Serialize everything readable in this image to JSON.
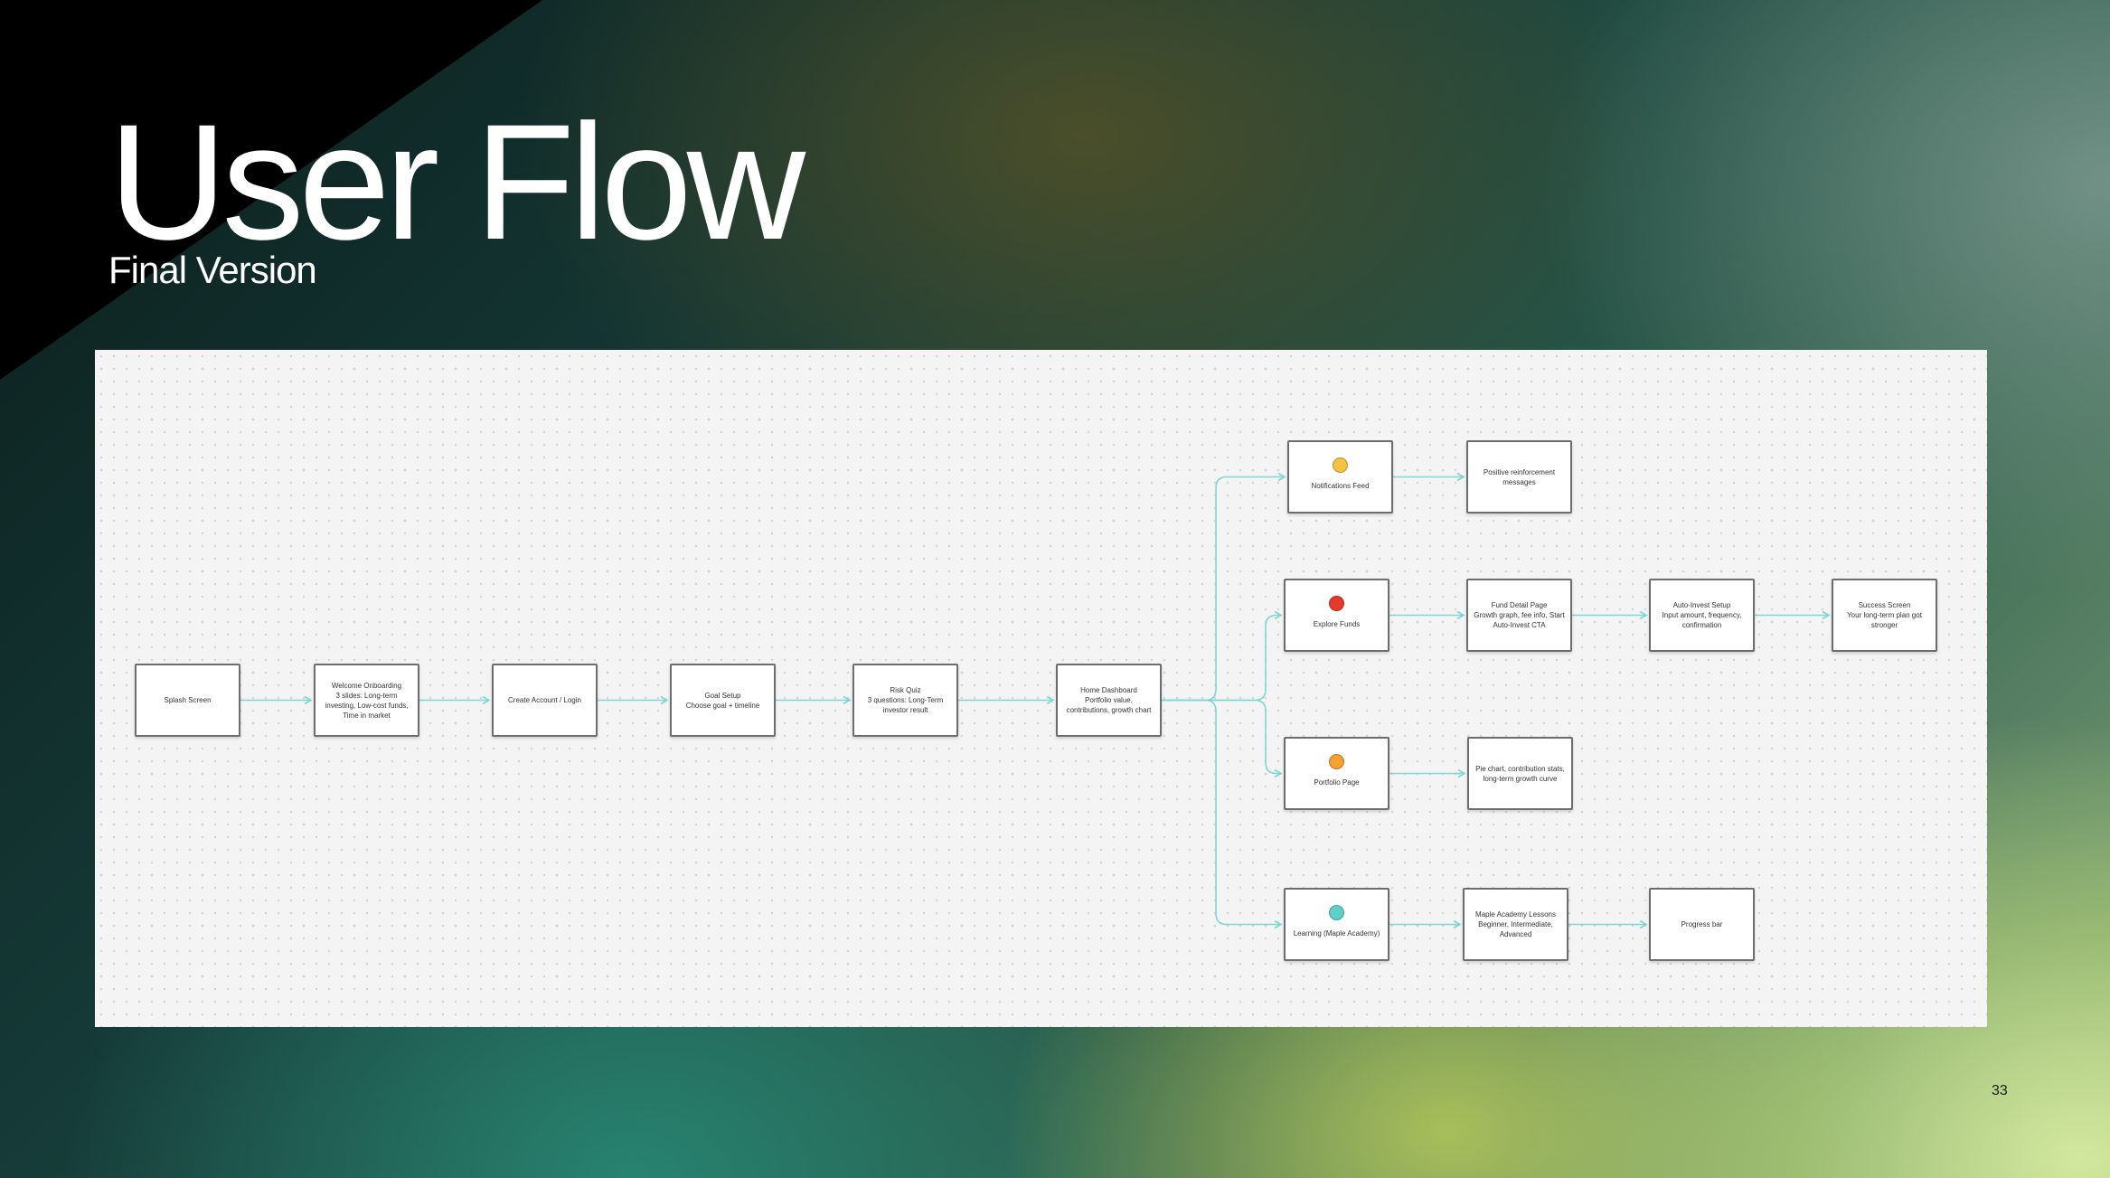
{
  "slide": {
    "title": "User Flow",
    "subtitle": "Final Version",
    "page_number": "33"
  },
  "colors": {
    "connector": "#7ed7d1",
    "dot_yellow": "#f5c242",
    "dot_red": "#e5392b",
    "dot_orange": "#f5a033",
    "dot_teal": "#5fcfc9"
  },
  "flow": {
    "nodes": [
      {
        "id": "splash",
        "label": "Splash Screen"
      },
      {
        "id": "welcome",
        "label": "Welcome Onboarding\n3 slides: Long-term investing, Low-cost funds, Time in market"
      },
      {
        "id": "account",
        "label": "Create Account / Login"
      },
      {
        "id": "goal",
        "label": "Goal Setup\nChoose goal + timeline"
      },
      {
        "id": "risk",
        "label": "Risk Quiz\n3 questions: Long-Term investor result"
      },
      {
        "id": "dashboard",
        "label": "Home Dashboard\nPortfolio value, contributions, growth chart"
      },
      {
        "id": "notifications",
        "label": "Notifications Feed",
        "dot": "dot_yellow"
      },
      {
        "id": "reinforcement",
        "label": "Positive reinforcement messages"
      },
      {
        "id": "explore",
        "label": "Explore Funds",
        "dot": "dot_red"
      },
      {
        "id": "fund-detail",
        "label": "Fund Detail Page\nGrowth graph, fee info, Start Auto-Invest CTA"
      },
      {
        "id": "auto-invest",
        "label": "Auto-Invest Setup\nInput amount, frequency, confirmation"
      },
      {
        "id": "success",
        "label": "Success Screen\nYour long-term plan got stronger"
      },
      {
        "id": "portfolio",
        "label": "Portfolio Page",
        "dot": "dot_orange"
      },
      {
        "id": "pie-chart",
        "label": "Pie chart, contribution stats, long-term growth curve"
      },
      {
        "id": "learning",
        "label": "Learning (Maple Academy)",
        "dot": "dot_teal"
      },
      {
        "id": "lessons",
        "label": "Maple Academy Lessons\nBeginner, Intermediate, Advanced"
      },
      {
        "id": "progress",
        "label": "Progress bar"
      }
    ],
    "edges": [
      [
        "splash",
        "welcome"
      ],
      [
        "welcome",
        "account"
      ],
      [
        "account",
        "goal"
      ],
      [
        "goal",
        "risk"
      ],
      [
        "risk",
        "dashboard"
      ],
      [
        "dashboard",
        "notifications"
      ],
      [
        "dashboard",
        "explore"
      ],
      [
        "dashboard",
        "portfolio"
      ],
      [
        "dashboard",
        "learning"
      ],
      [
        "notifications",
        "reinforcement"
      ],
      [
        "explore",
        "fund-detail"
      ],
      [
        "fund-detail",
        "auto-invest"
      ],
      [
        "auto-invest",
        "success"
      ],
      [
        "portfolio",
        "pie-chart"
      ],
      [
        "learning",
        "lessons"
      ],
      [
        "lessons",
        "progress"
      ]
    ]
  }
}
